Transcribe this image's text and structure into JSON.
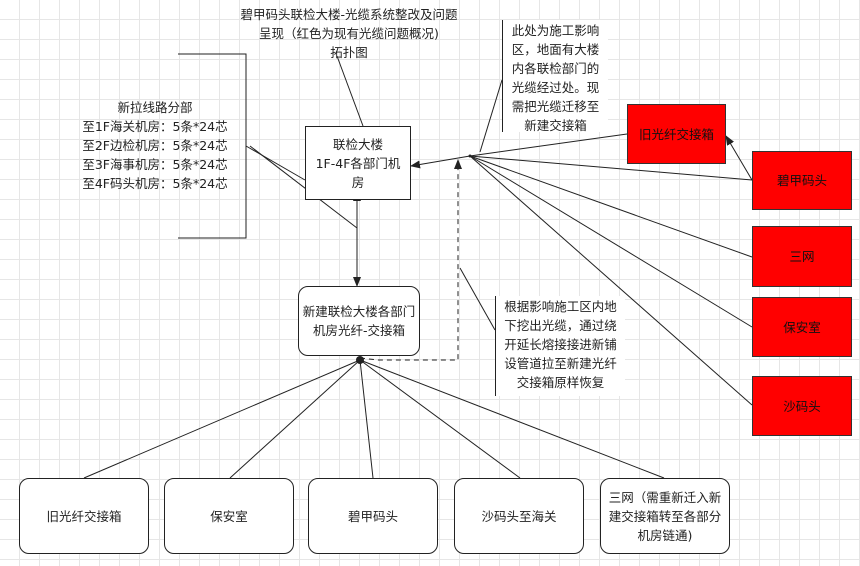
{
  "title": {
    "lines": [
      "碧甲码头联检大楼-光缆系统整改及问题",
      "呈现（红色为现有光缆问题概况)",
      "拓扑图"
    ]
  },
  "new_lines_note": {
    "lines": [
      "新拉线路分部",
      "至1F海关机房：5条*24芯",
      "至2F边检机房：5条*24芯",
      "至3F海事机房：5条*24芯",
      "至4F码头机房：5条*24芯"
    ]
  },
  "lianjian_building": {
    "lines": [
      "联检大楼",
      "1F-4F各部门机",
      "房"
    ]
  },
  "new_cabinet": {
    "lines": [
      "新建联检大楼各部门",
      "机房光纤-交接箱"
    ]
  },
  "construction_note": {
    "lines": [
      "此处为施工影响",
      "区，地面有大楼",
      "内各联检部门的",
      "光缆经过处。现",
      "需把光缆迁移至",
      "新建交接箱"
    ]
  },
  "excavation_note": {
    "lines": [
      "根据影响施工区内地",
      "下挖出光缆，通过绕",
      "开延长熔接接进新铺",
      "设管道拉至新建光纤",
      "交接箱原样恢复"
    ]
  },
  "red_nodes": {
    "old_box": "旧光纤交接箱",
    "bijia": "碧甲码头",
    "sanwang": "三网",
    "security": "保安室",
    "shamatou": "沙码头"
  },
  "bottom_nodes": {
    "old_box": "旧光纤交接箱",
    "security": "保安室",
    "bijia": "碧甲码头",
    "shamatou_haiguan": "沙码头至海关",
    "sanwang_lines": [
      "三网（需重新迁入新",
      "建交接箱转至各部分",
      "机房链通)"
    ]
  },
  "colors": {
    "problem_red": "#ff0000",
    "line": "#222222",
    "grid": "#e6e6e6"
  }
}
